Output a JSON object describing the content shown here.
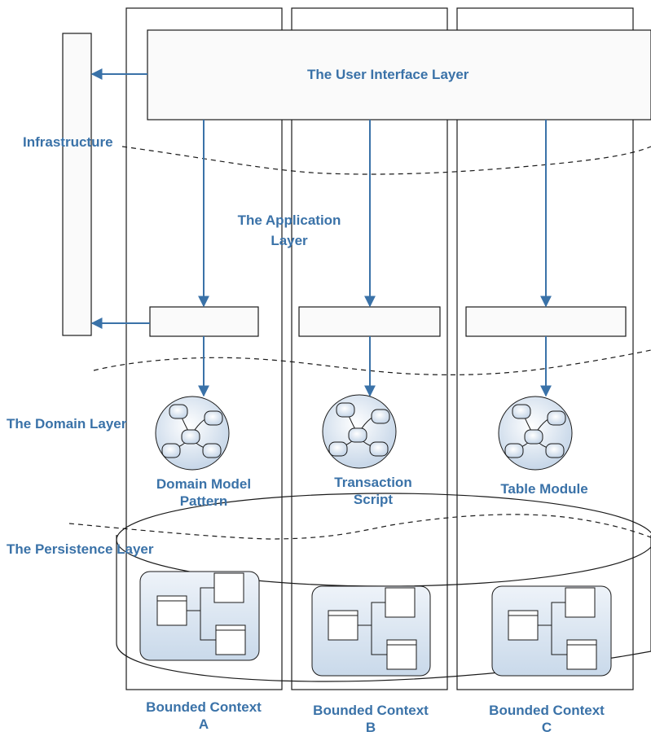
{
  "colors": {
    "line": "#1a1a1a",
    "arrow": "#3a72a8",
    "text": "#3a72a8",
    "box_fill": "#fafafa",
    "module_fill": "#dbe6f1"
  },
  "labels": {
    "ui_layer": "The User Interface Layer",
    "infrastructure": "Infrastructure",
    "application_layer_line1": "The Application",
    "application_layer_line2": "Layer",
    "domain_layer": "The Domain Layer",
    "persistence_layer": "The Persistence Layer"
  },
  "patterns": [
    {
      "line1": "Domain Model",
      "line2": "Pattern"
    },
    {
      "line1": "Transaction",
      "line2": "Script"
    },
    {
      "line1": "Table Module",
      "line2": ""
    }
  ],
  "contexts": [
    {
      "line1": "Bounded Context",
      "line2": "A"
    },
    {
      "line1": "Bounded Context",
      "line2": "B"
    },
    {
      "line1": "Bounded Context",
      "line2": "C"
    }
  ]
}
